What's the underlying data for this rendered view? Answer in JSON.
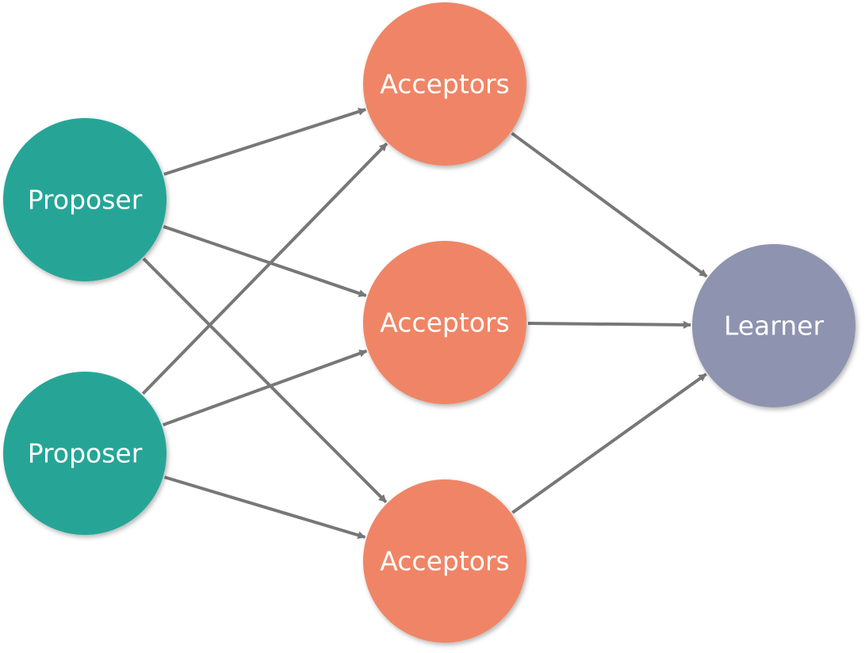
{
  "colors": {
    "proposer": "#26a597",
    "acceptor": "#ef8566",
    "learner": "#8e93b0",
    "edge": "#777777",
    "label": "#ffffff"
  },
  "nodes": {
    "proposer_top": {
      "label": "Proposer",
      "role": "proposer"
    },
    "proposer_bottom": {
      "label": "Proposer",
      "role": "proposer"
    },
    "acceptor_top": {
      "label": "Acceptors",
      "role": "acceptor"
    },
    "acceptor_middle": {
      "label": "Acceptors",
      "role": "acceptor"
    },
    "acceptor_bottom": {
      "label": "Acceptors",
      "role": "acceptor"
    },
    "learner": {
      "label": "Learner",
      "role": "learner"
    }
  },
  "edges": [
    {
      "from": "proposer_top",
      "to": "acceptor_top"
    },
    {
      "from": "proposer_top",
      "to": "acceptor_middle"
    },
    {
      "from": "proposer_top",
      "to": "acceptor_bottom"
    },
    {
      "from": "proposer_bottom",
      "to": "acceptor_top"
    },
    {
      "from": "proposer_bottom",
      "to": "acceptor_middle"
    },
    {
      "from": "proposer_bottom",
      "to": "acceptor_bottom"
    },
    {
      "from": "acceptor_top",
      "to": "learner"
    },
    {
      "from": "acceptor_middle",
      "to": "learner"
    },
    {
      "from": "acceptor_bottom",
      "to": "learner"
    }
  ]
}
